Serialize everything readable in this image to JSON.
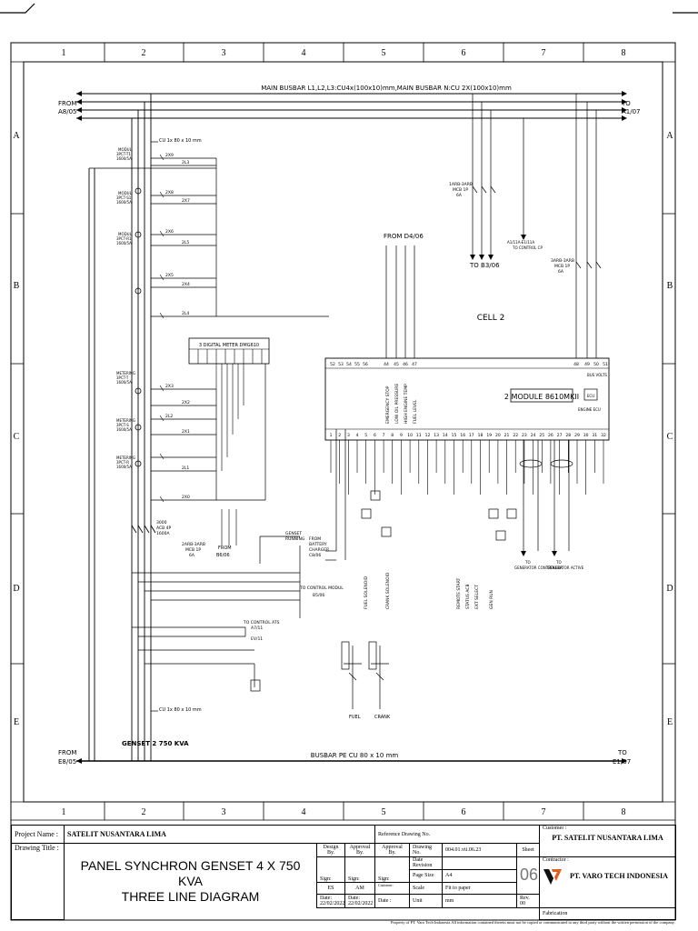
{
  "grid": {
    "columns": [
      "1",
      "2",
      "3",
      "4",
      "5",
      "6",
      "7",
      "8"
    ],
    "rows": [
      "A",
      "B",
      "C",
      "D",
      "E"
    ]
  },
  "busbars": {
    "main": "MAIN BUSBAR L1,L2,L3:CU4x(100x10)mm,MAIN BUSBAR N:CU 2X(100x10)mm",
    "pe": "BUSBAR PE CU 80 x 10 mm",
    "from_top": [
      "FROM",
      "A8/05"
    ],
    "to_top": [
      "TO",
      "A1/07"
    ],
    "from_bottom": [
      "FROM",
      "E8/05"
    ],
    "to_bottom": [
      "TO",
      "E1/07"
    ]
  },
  "labels": {
    "cu_top": "CU 1x 80 x 10 mm",
    "cu_bottom": "CU 1x 80 x 10 mm",
    "cell": "CELL 2",
    "module": "2 MODULE 8610MKII",
    "from_d4": "FROM D4/06",
    "to_b3": "TO B3/06",
    "from_b6": [
      "FROM",
      "B6/06"
    ],
    "digital_meter": "3 DIGITAL METER DMG610",
    "genset": "GENSET 2 750 KVA",
    "acb": [
      "3000",
      "ACB 4P",
      "1600A"
    ],
    "mcb_left": [
      "2ARB-3ARB",
      "MCB 1P",
      "6A"
    ],
    "mcb_right": [
      "3ARB-3ARB",
      "MCB 1P",
      "6A"
    ],
    "mcb_top": [
      "1ARB-3ARB",
      "MCB 1P",
      "6A"
    ],
    "to_control_ats": [
      "TO CONTROL ATS",
      "A7/11",
      "EV/11"
    ],
    "to_control_modul": [
      "TO CONTROL MODUL",
      "B5/06"
    ],
    "battery_charger": [
      "FROM",
      "BATTERY",
      "CHARGER",
      "C8/06"
    ],
    "genset_running": [
      "GENSET",
      "RUNNING"
    ],
    "fuel": "FUEL",
    "crank": "CRANK",
    "ecu_label": "ECU",
    "ecu_sub": "ENGINE ECU",
    "bus_volts": "BUS VOLTS",
    "to_gen_a": [
      "TO",
      "GENERATOR CONTROLLER"
    ],
    "to_gen_b": [
      "TO",
      "GENERATOR ACTIVE"
    ],
    "to_control_left": [
      "A1/11A-E1/11A",
      "TO CONTROL CP"
    ],
    "cts": [
      "MODUL",
      "3PCT-T1",
      "1600/5A",
      "MODUL",
      "3PCT-S1",
      "1600/5A",
      "MODUL",
      "3PCT-R1",
      "1600/5A",
      "METERING",
      "3PCT-T",
      "1600/5A",
      "METERING",
      "3PCT-S",
      "1600/5A",
      "METERING",
      "3PCT-R",
      "1600/5A"
    ]
  },
  "wire_labels_left": [
    "2X9",
    "2L3",
    "2X8",
    "2X7",
    "2X6",
    "2L5",
    "2X5",
    "2X4",
    "2L4",
    "2X3",
    "2X2",
    "2L2",
    "2X1",
    "2L1",
    "2X0"
  ],
  "terminal_top_numbers": [
    "52",
    "53",
    "54",
    "55",
    "56",
    "44",
    "45",
    "46",
    "47",
    "48",
    "49",
    "50",
    "51"
  ],
  "terminal_bottom_numbers": [
    "1",
    "2",
    "3",
    "4",
    "5",
    "6",
    "7",
    "8",
    "9",
    "10",
    "11",
    "12",
    "13",
    "14",
    "15",
    "16",
    "17",
    "18",
    "19",
    "20",
    "21",
    "22",
    "23",
    "24",
    "25",
    "26",
    "27",
    "28",
    "29",
    "30",
    "31",
    "32"
  ],
  "input_labels": [
    "FUEL SOLENOID",
    "CRANK SOLENOID",
    "EMERGENCY STOP",
    "LOW OIL PRESSURE",
    "HIGH ENGINE TEMP",
    "FUEL LEVEL",
    "REMOTE START",
    "STATUS ACB",
    "EXT SELECT",
    "GEN RUN"
  ],
  "title_block": {
    "project_name_label": "Project Name :",
    "project_name": "SATELIT NUSANTARA LIMA",
    "drawing_title_label": "Drawing Title :",
    "drawing_title_1": "PANEL SYNCHRON GENSET 4 X 750 KVA",
    "drawing_title_2": "THREE LINE DIAGRAM",
    "design_by": "Design By.",
    "approval_by": "Approval By.",
    "approval_by_2": "Approval By.",
    "sign": "Sign:",
    "sign_2": "Sign:",
    "customer_sign": "Customer:",
    "sign_3": "Sign:",
    "initials_1": "ES",
    "initials_2": "AM",
    "date_1": "Date: 22/02/2022",
    "date_2": "Date: 22/02/2022",
    "date_3": "Date :",
    "reference_label": "Reference Drawing No.",
    "drawing_no_label": "Drawing No.",
    "drawing_no": "004.01.vii.06.23",
    "date_revision_label": "Date Revision",
    "page_size_label": "Page Size",
    "page_size": "A4",
    "scale_label": "Scale",
    "scale": "Fit to paper",
    "unit_label": "Unit",
    "unit": "mm",
    "sheet_label": "Sheet",
    "sheet": "06",
    "rev": "Rev. 00",
    "fabrication": "Fabrication",
    "customer_label": "Customer :",
    "customer": "PT. SATELIT NUSANTARA LIMA",
    "contractor_label": "Contractor :",
    "contractor": "PT. VARO TECH INDONESIA",
    "footer": "Property of PT. Varo Tech Indonesia All information contained therein must not be copied or communicated to any third party without the written permission of the company."
  }
}
